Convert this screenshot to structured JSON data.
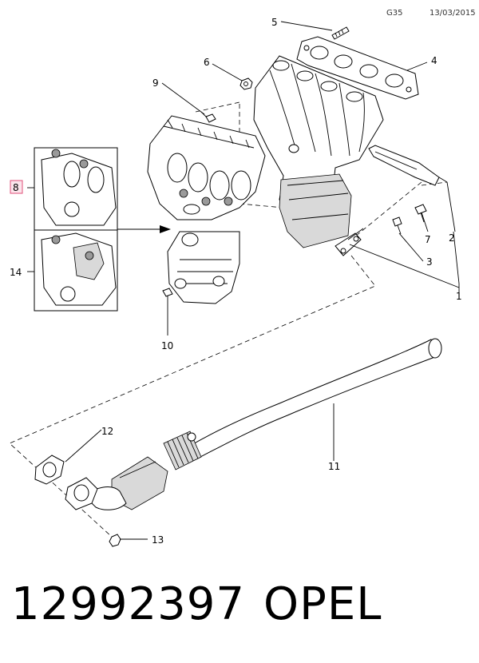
{
  "header": {
    "code": "G35",
    "date": "13/03/2015"
  },
  "callouts": {
    "c1": "1",
    "c2": "2",
    "c3": "3",
    "c4": "4",
    "c5": "5",
    "c6": "6",
    "c7": "7",
    "c8": "8",
    "c9": "9",
    "c10": "10",
    "c11": "11",
    "c12": "12",
    "c13": "13",
    "c14": "14"
  },
  "colors": {
    "highlight_box": "#e0507a",
    "line": "#000000"
  },
  "footer": {
    "part_number": "12992397",
    "brand": "OPEL"
  }
}
